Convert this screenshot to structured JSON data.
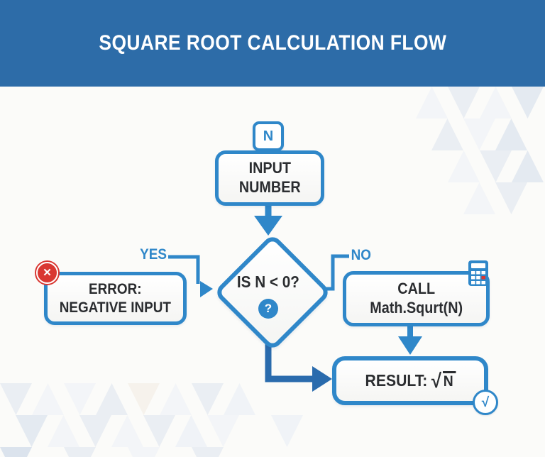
{
  "header": {
    "title": "SQUARE ROOT CALCULATION FLOW"
  },
  "flowchart": {
    "input_badge": "N",
    "input_box_label": "INPUT\nNUMBER",
    "decision_label": "IS N < 0?",
    "question_glyph": "?",
    "yes_label": "YES",
    "no_label": "NO",
    "error_box_label": "ERROR:\nNEGATIVE INPUT",
    "call_box_label": "CALL\nMath.Squrt(N)",
    "result_label": "RESULT:",
    "result_radical": "√",
    "result_value": "N",
    "error_icon_glyph": "✕",
    "sqrt_icon_glyph": "√"
  },
  "theme": {
    "header_bg": "#2d6ca8",
    "outline": "#2f87c9",
    "dark_arrow": "#2a6bad",
    "text_dark": "#2b2d30",
    "label_blue": "#2f87c9",
    "error_red": "#d93732",
    "bg": "#fbfbf9"
  }
}
